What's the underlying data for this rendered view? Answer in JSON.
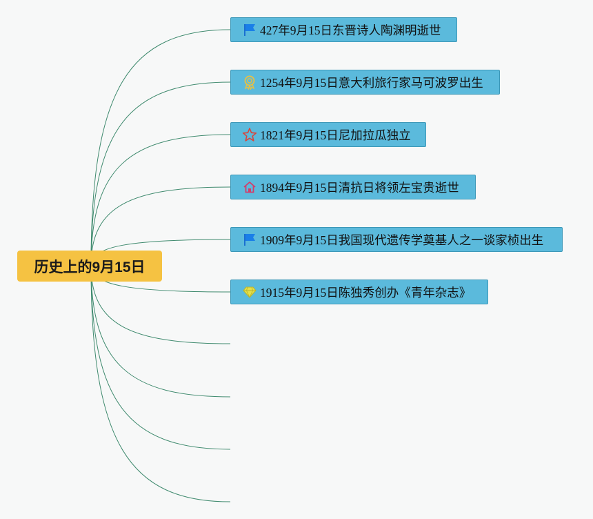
{
  "root": {
    "label": "历史上的9月15日"
  },
  "events": [
    {
      "icon": "flag-icon",
      "text": "427年9月15日东晋诗人陶渊明逝世"
    },
    {
      "icon": "medal-icon",
      "text": "1254年9月15日意大利旅行家马可波罗出生"
    },
    {
      "icon": "star-icon",
      "text": "1821年9月15日尼加拉瓜独立"
    },
    {
      "icon": "house-icon",
      "text": "1894年9月15日清抗日将领左宝贵逝世"
    },
    {
      "icon": "flag-icon",
      "text": "1909年9月15日我国现代遗传学奠基人之一谈家桢出生"
    },
    {
      "icon": "diamond-icon",
      "text": "1915年9月15日陈独秀创办《青年杂志》"
    }
  ],
  "colors": {
    "root": "#f5c242",
    "node": "#5bbadc",
    "connector": "#3f8a6e"
  }
}
